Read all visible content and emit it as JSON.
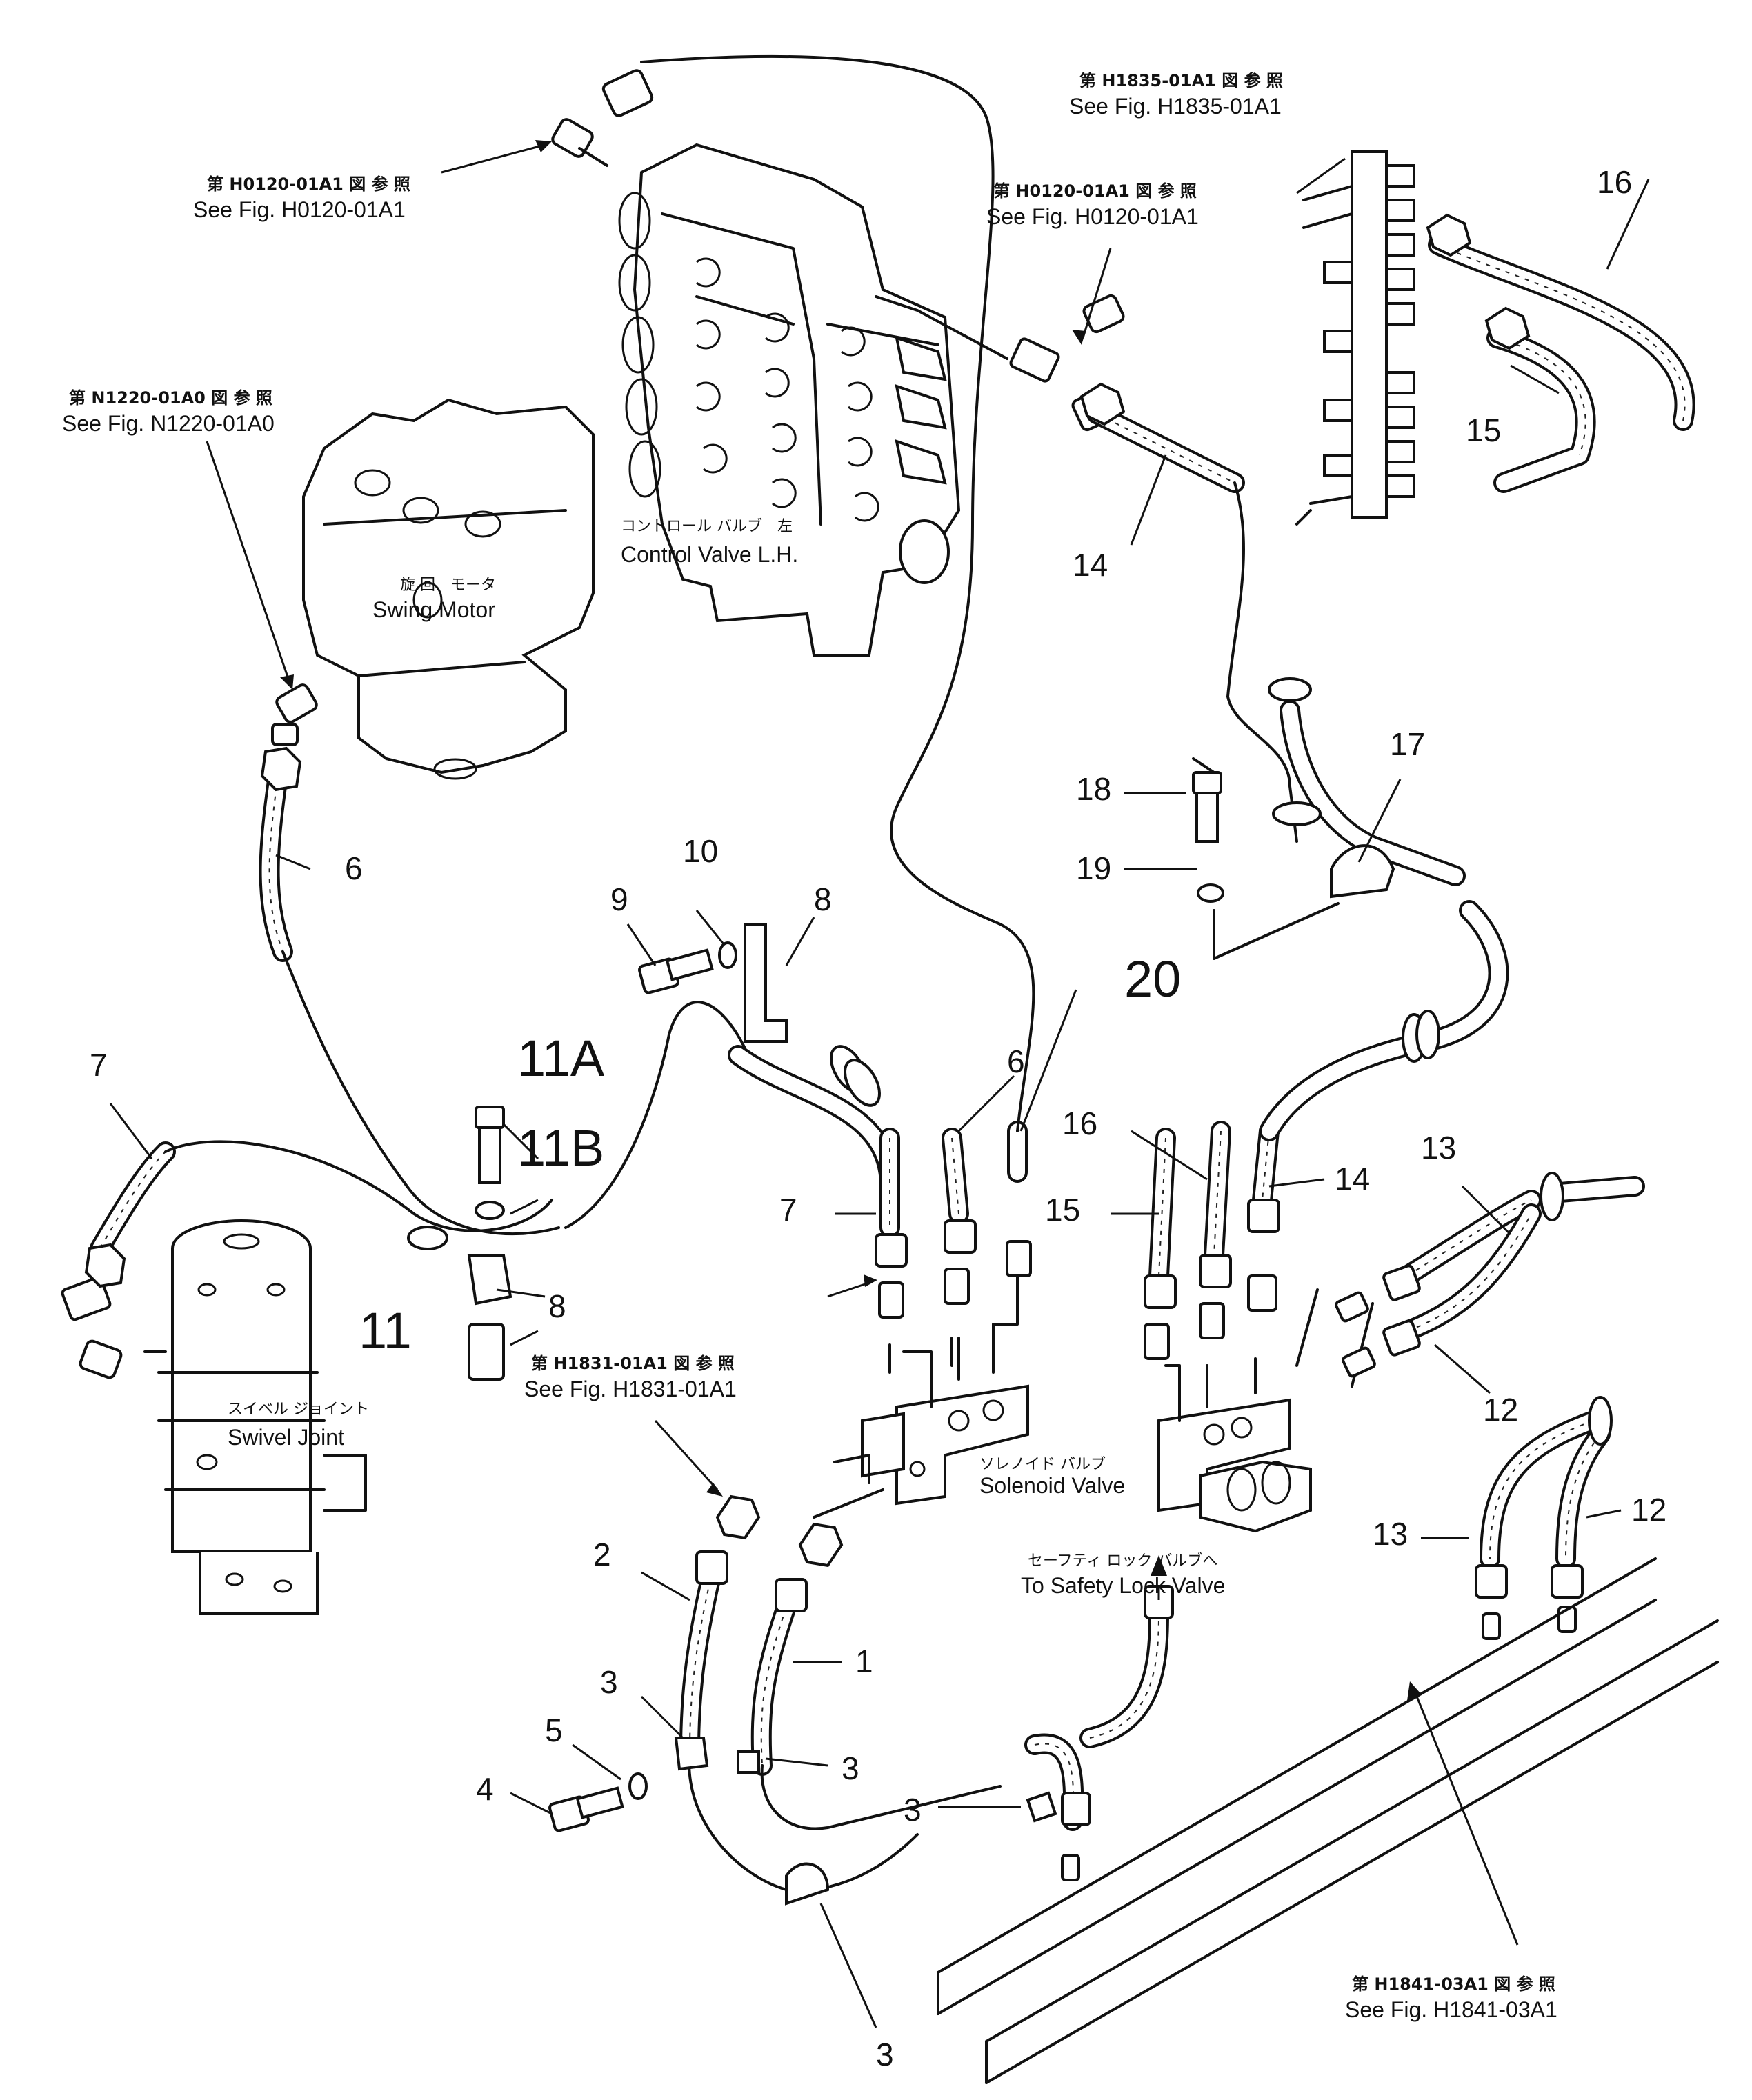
{
  "components": {
    "control_valve": {
      "jp": "コントロール バルブ　左",
      "en": "Control Valve L.H."
    },
    "swing_motor": {
      "jp": "旋 回　モータ",
      "en": "Swing Motor"
    },
    "swivel_joint": {
      "jp": "スイベル ジョイント",
      "en": "Swivel Joint"
    },
    "solenoid_valve": {
      "jp": "ソレノイド バルブ",
      "en": "Solenoid Valve"
    },
    "safety_lock": {
      "jp": "セーフティ ロック バルブへ",
      "en": "To Safety Lock Valve"
    }
  },
  "references": {
    "h0120_left": {
      "jp": "第 H0120-01A1 図 参 照",
      "en": "See Fig. H0120-01A1"
    },
    "h0120_right": {
      "jp": "第 H0120-01A1 図 参 照",
      "en": "See Fig. H0120-01A1"
    },
    "h1835": {
      "jp": "第 H1835-01A1 図 参 照",
      "en": "See Fig. H1835-01A1"
    },
    "n1220": {
      "jp": "第 N1220-01A0 図 参 照",
      "en": "See Fig. N1220-01A0"
    },
    "h1831": {
      "jp": "第 H1831-01A1 図 参 照",
      "en": "See Fig. H1831-01A1"
    },
    "h1841": {
      "jp": "第 H1841-03A1 図 参 照",
      "en": "See Fig. H1841-03A1"
    }
  },
  "callouts": {
    "p16_top": "16",
    "p15_top": "15",
    "p14_top": "14",
    "p17": "17",
    "p18": "18",
    "p19": "19",
    "p20": "20",
    "p6_top": "6",
    "p10": "10",
    "p9": "9",
    "p8_top": "8",
    "p11A": "11A",
    "p11B": "11B",
    "p11": "11",
    "p8_bottom": "8",
    "p7_left": "7",
    "p7_mid": "7",
    "p6_mid": "6",
    "p16_mid": "16",
    "p15_mid": "15",
    "p14_mid": "14",
    "p13_top": "13",
    "p12_top": "12",
    "p13_bottom": "13",
    "p12_bottom": "12",
    "p2": "2",
    "p1": "1",
    "p3_a": "3",
    "p3_b": "3",
    "p3_c": "3",
    "p3_d": "3",
    "p4": "4",
    "p5": "5"
  }
}
